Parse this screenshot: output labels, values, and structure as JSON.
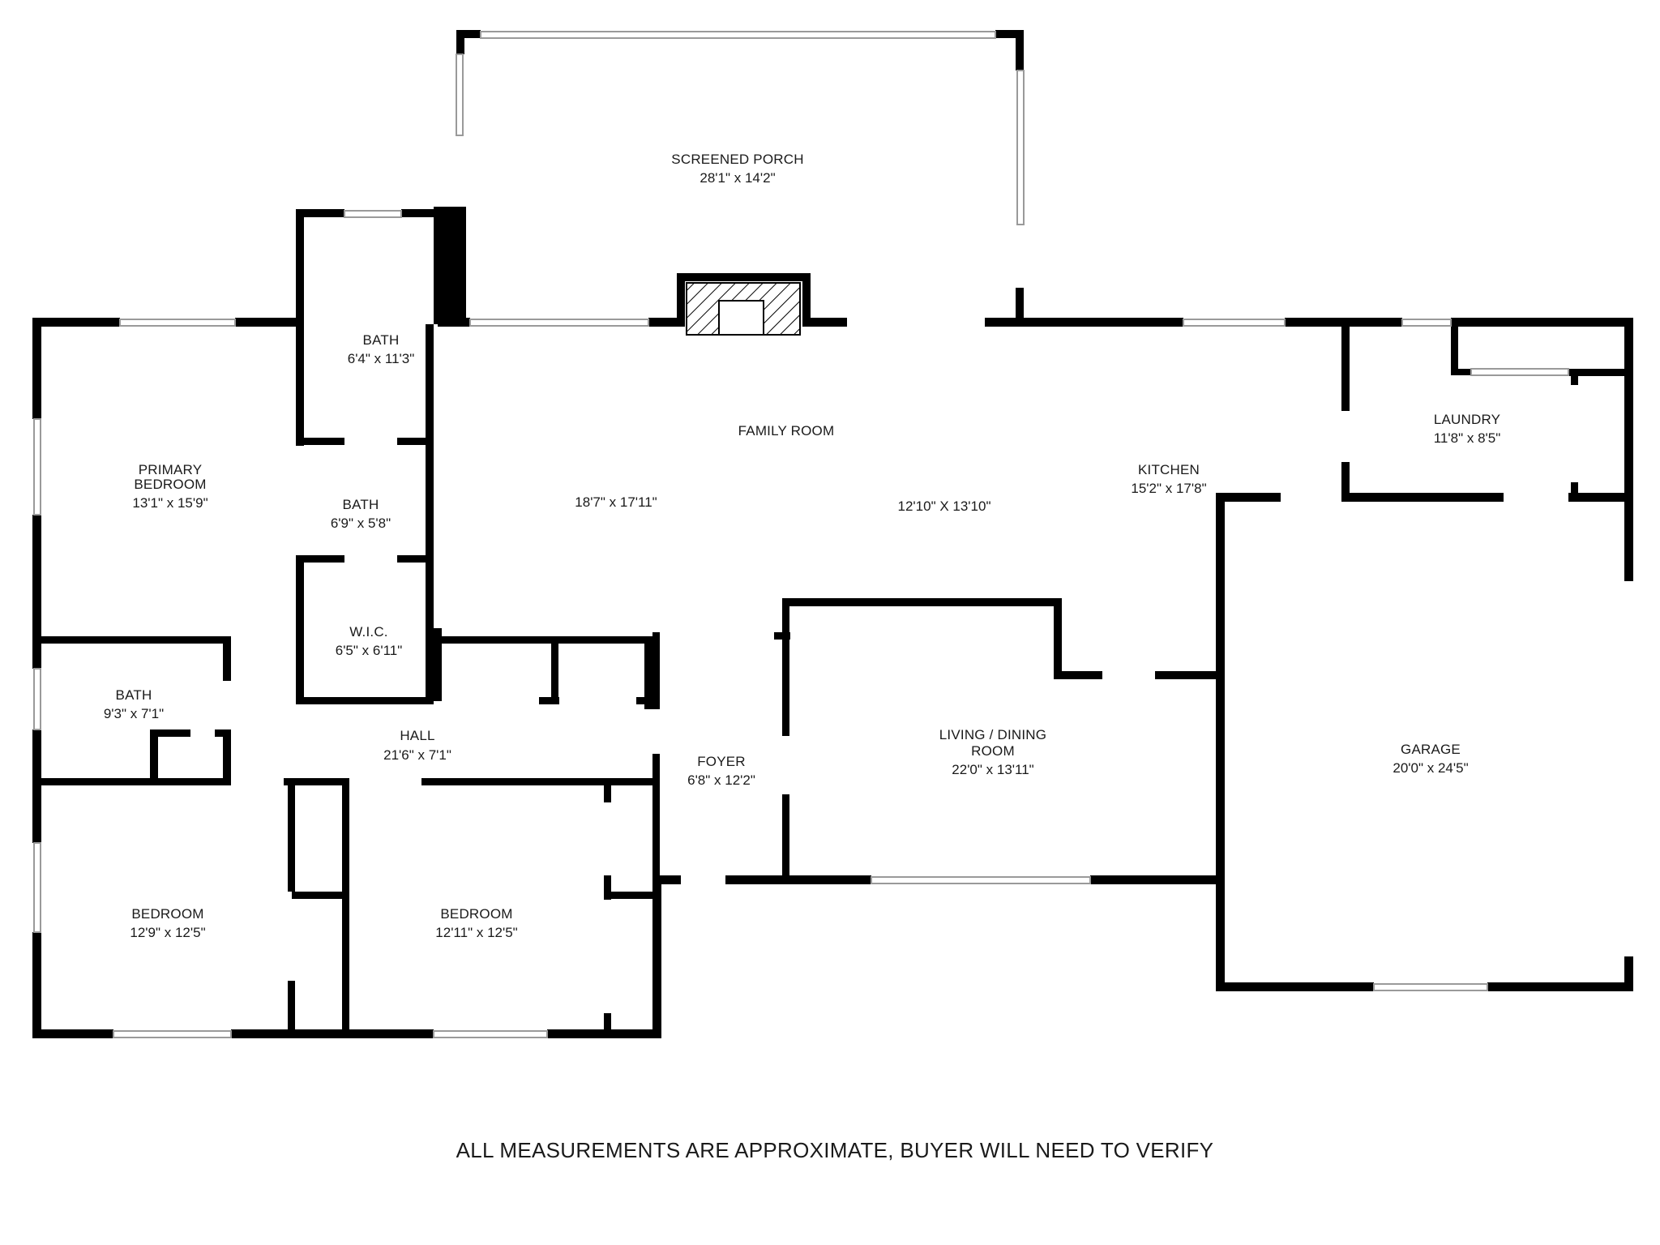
{
  "rooms": {
    "screened_porch": {
      "name": "SCREENED PORCH",
      "dims": "28'1\" x 14'2\""
    },
    "bath_upper": {
      "name": "BATH",
      "dims": "6'4\" x 11'3\""
    },
    "primary_bedroom": {
      "name_line1": "PRIMARY",
      "name_line2": "BEDROOM",
      "dims": "13'1\" x 15'9\""
    },
    "family_room": {
      "name": "FAMILY ROOM",
      "dims": "18'7\" x 17'11\""
    },
    "family_room_second": {
      "dims": "12'10\" X 13'10\""
    },
    "kitchen": {
      "name": "KITCHEN",
      "dims": "15'2\" x 17'8\""
    },
    "laundry": {
      "name": "LAUNDRY",
      "dims": "11'8\" x 8'5\""
    },
    "bath_mid": {
      "name": "BATH",
      "dims": "6'9\" x 5'8\""
    },
    "wic": {
      "name": "W.I.C.",
      "dims": "6'5\" x 6'11\""
    },
    "bath_left": {
      "name": "BATH",
      "dims": "9'3\" x 7'1\""
    },
    "hall": {
      "name": "HALL",
      "dims": "21'6\" x 7'1\""
    },
    "foyer": {
      "name": "FOYER",
      "dims": "6'8\" x 12'2\""
    },
    "living_dining": {
      "name_line1": "LIVING / DINING",
      "name_line2": "ROOM",
      "dims": "22'0\" x 13'11\""
    },
    "garage": {
      "name": "GARAGE",
      "dims": "20'0\" x 24'5\""
    },
    "bedroom_left": {
      "name": "BEDROOM",
      "dims": "12'9\" x 12'5\""
    },
    "bedroom_mid": {
      "name": "BEDROOM",
      "dims": "12'11\" x 12'5\""
    }
  },
  "disclaimer": "ALL MEASUREMENTS ARE APPROXIMATE, BUYER WILL NEED TO VERIFY",
  "colors": {
    "wall": "#000000",
    "window": "#cfcfcf",
    "background": "#ffffff"
  }
}
